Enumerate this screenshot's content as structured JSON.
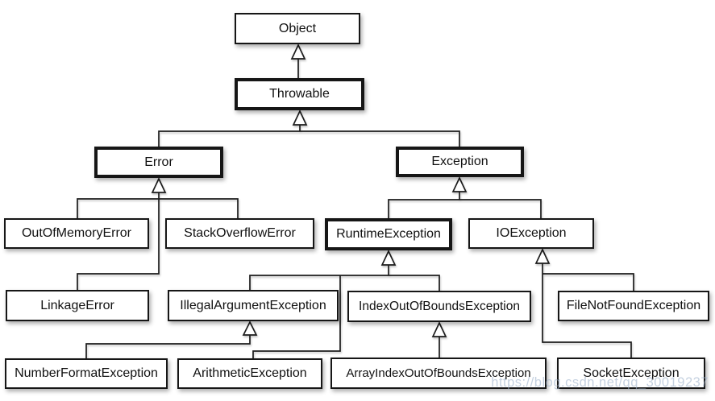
{
  "diagram": {
    "type": "class-hierarchy",
    "nodes": {
      "object": {
        "label": "Object",
        "emphasized": false
      },
      "throwable": {
        "label": "Throwable",
        "emphasized": true
      },
      "error": {
        "label": "Error",
        "emphasized": true
      },
      "exception": {
        "label": "Exception",
        "emphasized": true
      },
      "oom": {
        "label": "OutOfMemoryError",
        "emphasized": false
      },
      "sof": {
        "label": "StackOverflowError",
        "emphasized": false
      },
      "runtime": {
        "label": "RuntimeException",
        "emphasized": true
      },
      "ioexc": {
        "label": "IOException",
        "emphasized": false
      },
      "linkage": {
        "label": "LinkageError",
        "emphasized": false
      },
      "illegalarg": {
        "label": "IllegalArgumentException",
        "emphasized": false
      },
      "ioob": {
        "label": "IndexOutOfBoundsException",
        "emphasized": false
      },
      "filenotfound": {
        "label": "FileNotFoundException",
        "emphasized": false
      },
      "numberformat": {
        "label": "NumberFormatException",
        "emphasized": false
      },
      "arithmetic": {
        "label": "ArithmeticException",
        "emphasized": false
      },
      "arrayioob": {
        "label": "ArrayIndexOutOfBoundsException",
        "emphasized": false
      },
      "socket": {
        "label": "SocketException",
        "emphasized": false
      }
    },
    "edges": [
      {
        "child": "Throwable",
        "parent": "Object"
      },
      {
        "child": "Error",
        "parent": "Throwable"
      },
      {
        "child": "Exception",
        "parent": "Throwable"
      },
      {
        "child": "OutOfMemoryError",
        "parent": "Error"
      },
      {
        "child": "StackOverflowError",
        "parent": "Error"
      },
      {
        "child": "LinkageError",
        "parent": "Error"
      },
      {
        "child": "RuntimeException",
        "parent": "Exception"
      },
      {
        "child": "IOException",
        "parent": "Exception"
      },
      {
        "child": "IllegalArgumentException",
        "parent": "RuntimeException"
      },
      {
        "child": "IndexOutOfBoundsException",
        "parent": "RuntimeException"
      },
      {
        "child": "ArithmeticException",
        "parent": "RuntimeException"
      },
      {
        "child": "FileNotFoundException",
        "parent": "IOException"
      },
      {
        "child": "SocketException",
        "parent": "IOException"
      },
      {
        "child": "NumberFormatException",
        "parent": "IllegalArgumentException"
      },
      {
        "child": "ArrayIndexOutOfBoundsException",
        "parent": "IndexOutOfBoundsException"
      }
    ],
    "colors": {
      "box_border": "#161616",
      "box_fill": "#ffffff",
      "line": "#1c1c1c",
      "background": "#ffffff"
    }
  },
  "watermark": {
    "text": "https://blog.csdn.net/qq_30019237"
  }
}
